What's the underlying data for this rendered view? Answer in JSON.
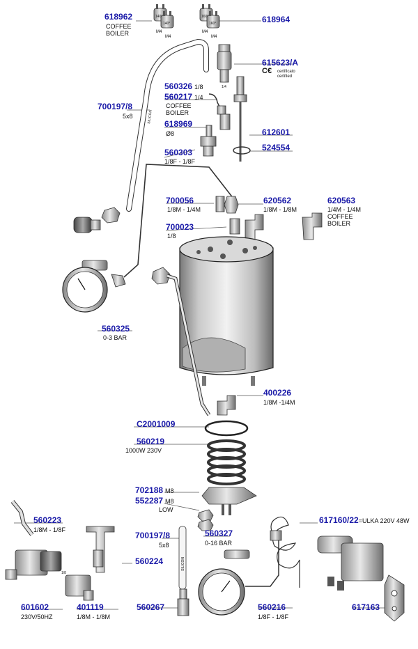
{
  "parts": {
    "p618962": {
      "code": "618962",
      "desc1": "COFFEE",
      "desc2": "BOILER"
    },
    "p618964": {
      "code": "618964"
    },
    "p615623": {
      "code": "615623/A",
      "desc1": "certificato",
      "desc2": "certified"
    },
    "p560326": {
      "code": "560326",
      "inline": "1/8"
    },
    "p560217": {
      "code": "560217",
      "inline": "1/4",
      "desc1": "COFFEE",
      "desc2": "BOILER"
    },
    "p700197a": {
      "code": "700197/8",
      "desc1": "5x8"
    },
    "p618969": {
      "code": "618969",
      "desc1": "Ø8"
    },
    "p612601": {
      "code": "612601"
    },
    "p524554": {
      "code": "524554"
    },
    "p560303": {
      "code": "560303",
      "desc1": "1/8F - 1/8F"
    },
    "p700056": {
      "code": "700056",
      "desc1": "1/8M - 1/4M"
    },
    "p620562": {
      "code": "620562",
      "desc1": "1/8M - 1/8M"
    },
    "p620563": {
      "code": "620563",
      "desc1": "1/4M - 1/4M",
      "desc2": "COFFEE",
      "desc3": "BOILER"
    },
    "p700023": {
      "code": "700023",
      "desc1": "1/8"
    },
    "p560325": {
      "code": "560325",
      "desc1": "0-3 BAR"
    },
    "p400226": {
      "code": "400226",
      "desc1": "1/8M -1/4M"
    },
    "pC2001009": {
      "code": "C2001009"
    },
    "p560219": {
      "code": "560219",
      "desc1": "1000W 230V"
    },
    "p702188": {
      "code": "702188",
      "inline": "M8"
    },
    "p552287": {
      "code": "552287",
      "inline": "M8",
      "desc1": "LOW"
    },
    "p560223": {
      "code": "560223",
      "desc1": "1/8M - 1/8F"
    },
    "p700197b": {
      "code": "700197/8",
      "desc1": "5x8"
    },
    "p560327": {
      "code": "560327",
      "desc1": "0-16 BAR"
    },
    "p617160": {
      "code": "617160/22",
      "inline": "=ULKA 220V 48W"
    },
    "p560224": {
      "code": "560224"
    },
    "p601602": {
      "code": "601602",
      "desc1": "230V/50HZ"
    },
    "p401119": {
      "code": "401119",
      "desc1": "1/8M - 1/8M"
    },
    "p560267": {
      "code": "560267"
    },
    "p560216": {
      "code": "560216",
      "desc1": "1/8F - 1/8F"
    },
    "p617163": {
      "code": "617163"
    }
  },
  "marks": {
    "m4": "M4",
    "t140": "140°",
    "t160": "160°",
    "quarter": "1/4",
    "eighth": "1/8",
    "silicon": "SILICON"
  }
}
